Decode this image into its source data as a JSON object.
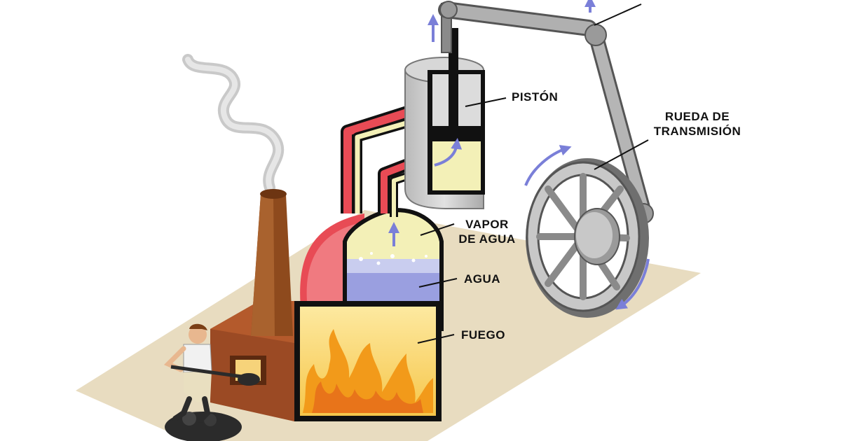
{
  "labels": {
    "piston": "PISTÓN",
    "drive_wheel_line1": "RUEDA DE",
    "drive_wheel_line2": "TRANSMISIÓN",
    "steam_line1": "VAPOR",
    "steam_line2": "DE AGUA",
    "water": "AGUA",
    "fire": "FUEGO"
  },
  "colors": {
    "steam_pipe": "#e84b55",
    "steam_fill": "#f3f0b7",
    "water": "#9a9fe0",
    "fire": "#f29a1a",
    "furnace": "#9b4a24",
    "chimney": "#8e4a1d",
    "metal": "#9a9a9a",
    "floor": "#e8dcc0",
    "arrow": "#7a7fd8"
  }
}
